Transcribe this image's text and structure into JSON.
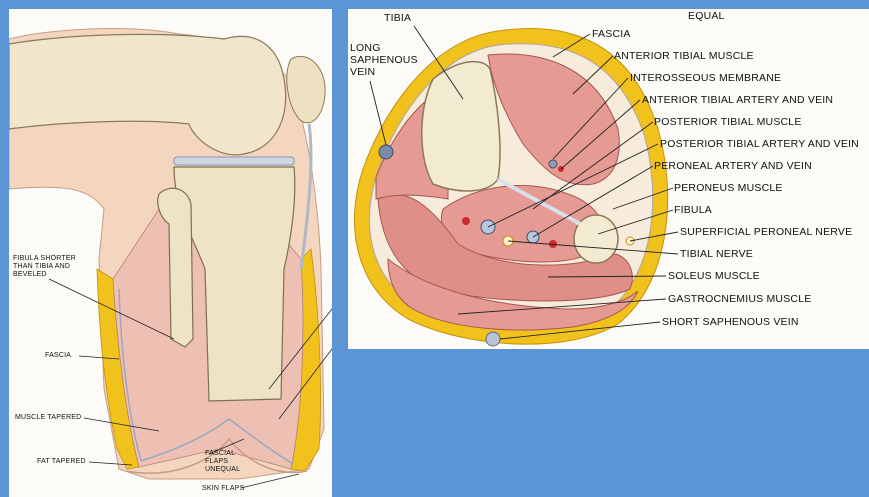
{
  "left_figure": {
    "labels": {
      "fibula_shorter": [
        "FIBULA SHORTER",
        "THAN TIBIA AND",
        "BEVELED"
      ],
      "fascia": "FASCIA",
      "muscle_tapered": "MUSCLE TAPERED",
      "fat_tapered": "FAT TAPERED",
      "fascial_flaps": [
        "FASCIAL",
        "FLAPS",
        "UNEQUAL"
      ],
      "skin_flaps": "SKIN FLAPS"
    }
  },
  "right_figure": {
    "labels": {
      "tibia": "TIBIA",
      "equal": "EQUAL",
      "long_saphenous_vein": [
        "LONG",
        "SAPHENOUS",
        "VEIN"
      ],
      "fascia": "FASCIA",
      "anterior_tibial_muscle": "ANTERIOR TIBIAL MUSCLE",
      "interosseous_membrane": "INTEROSSEOUS MEMBRANE",
      "anterior_tibial_artery_vein": "ANTERIOR TIBIAL ARTERY AND VEIN",
      "posterior_tibial_muscle": "POSTERIOR TIBIAL MUSCLE",
      "posterior_tibial_artery_vein": "POSTERIOR TIBIAL ARTERY AND VEIN",
      "peroneal_artery_vein": "PERONEAL ARTERY AND VEIN",
      "peroneus_muscle": "PERONEUS MUSCLE",
      "fibula": "FIBULA",
      "superficial_peroneal_nerve": "SUPERFICIAL PERONEAL NERVE",
      "tibial_nerve": "TIBIAL NERVE",
      "soleus_muscle": "SOLEUS MUSCLE",
      "gastrocnemius_muscle": "GASTROCNEMIUS MUSCLE",
      "short_saphenous_vein": "SHORT SAPHENOUS VEIN"
    }
  },
  "colors": {
    "background": "#5b95d6",
    "fat": "#f2c21c",
    "muscle": "#e59a94",
    "bone": "#f3ead2",
    "skin": "#f4d6be"
  }
}
